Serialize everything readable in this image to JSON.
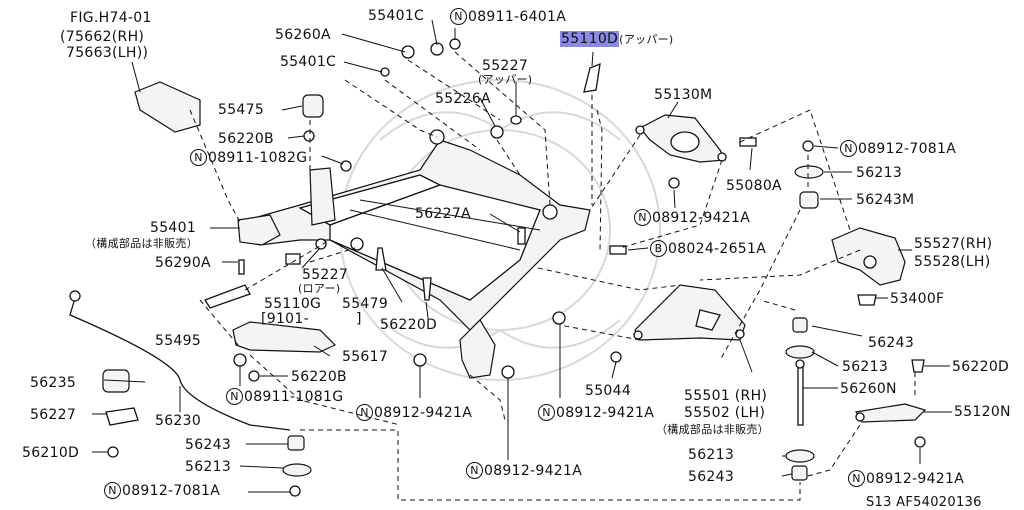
{
  "fig": {
    "ref": "FIG.H74-01",
    "rh": "(75662(RH)",
    "lh": "75663(LH))"
  },
  "labels": {
    "p55401C_top": "55401C",
    "n08911_6401A": "08911-6401A",
    "p56260A": "56260A",
    "p55401C": "55401C",
    "p55110D": "55110D",
    "upper_note": "(アッパー)",
    "p55227_upper": "55227",
    "upper_note2": "(アッパー)",
    "p55226A": "55226A",
    "p55475": "55475",
    "p56220B_top": "56220B",
    "n08911_1082G": "08911-1082G",
    "p55130M": "55130M",
    "n08912_7081A_r": "08912-7081A",
    "p56213_r1": "56213",
    "p55080A": "55080A",
    "p56243M": "56243M",
    "n08912_9421A_r1": "08912-9421A",
    "b08024_2651A": "08024-2651A",
    "p55527": "55527(RH)",
    "p55528": "55528(LH)",
    "p53400F": "53400F",
    "p55401": "55401",
    "note_not_sold_l": "（構成部品は非販売）",
    "p56227A": "56227A",
    "p56290A": "56290A",
    "p55227_lower": "55227",
    "lower_note": "(ロアー)",
    "p55479": "55479",
    "p55110G": "55110G",
    "bracket_9101": "[9101-",
    "bracket_end": "]",
    "p56220D_c": "56220D",
    "p55495": "55495",
    "p55617": "55617",
    "p56243_r": "56243",
    "p56213_r2": "56213",
    "p56220D_r": "56220D",
    "p56235": "56235",
    "p56220B_b": "56220B",
    "n08911_1081G": "08911-1081G",
    "p55044": "55044",
    "p55501": "55501 (RH)",
    "p55502": "55502 (LH)",
    "note_not_sold_r": "（構成部品は非販売）",
    "p56260N": "56260N",
    "p56227": "56227",
    "p56230": "56230",
    "p55120N": "55120N",
    "p56210D": "56210D",
    "p56243_bl": "56243",
    "n08912_9421A_c1": "08912-9421A",
    "n08912_9421A_c2": "08912-9421A",
    "p56213_bl": "56213",
    "p56213_br": "56213",
    "n08912_9421A_r2": "08912-9421A",
    "n08912_7081A_bl": "08912-7081A",
    "n08912_9421A_bottom": "08912-9421A",
    "p56243_br": "56243",
    "footer": "S13  AF54020136"
  },
  "symbols": {
    "nut_prefix": "N",
    "bolt_prefix": "B"
  },
  "colors": {
    "highlight": "#8a8ae6",
    "ink": "#111111"
  }
}
